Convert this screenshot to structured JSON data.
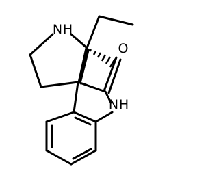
{
  "molecule": {
    "atoms": {
      "pyrrolidine_nh": "N",
      "pyrrolidine_h": "H",
      "carbonyl_o": "O",
      "indole_n": "N",
      "indole_h": "H"
    }
  },
  "colors": {
    "bond": "#000000",
    "label": "#000000",
    "background": "#ffffff"
  }
}
